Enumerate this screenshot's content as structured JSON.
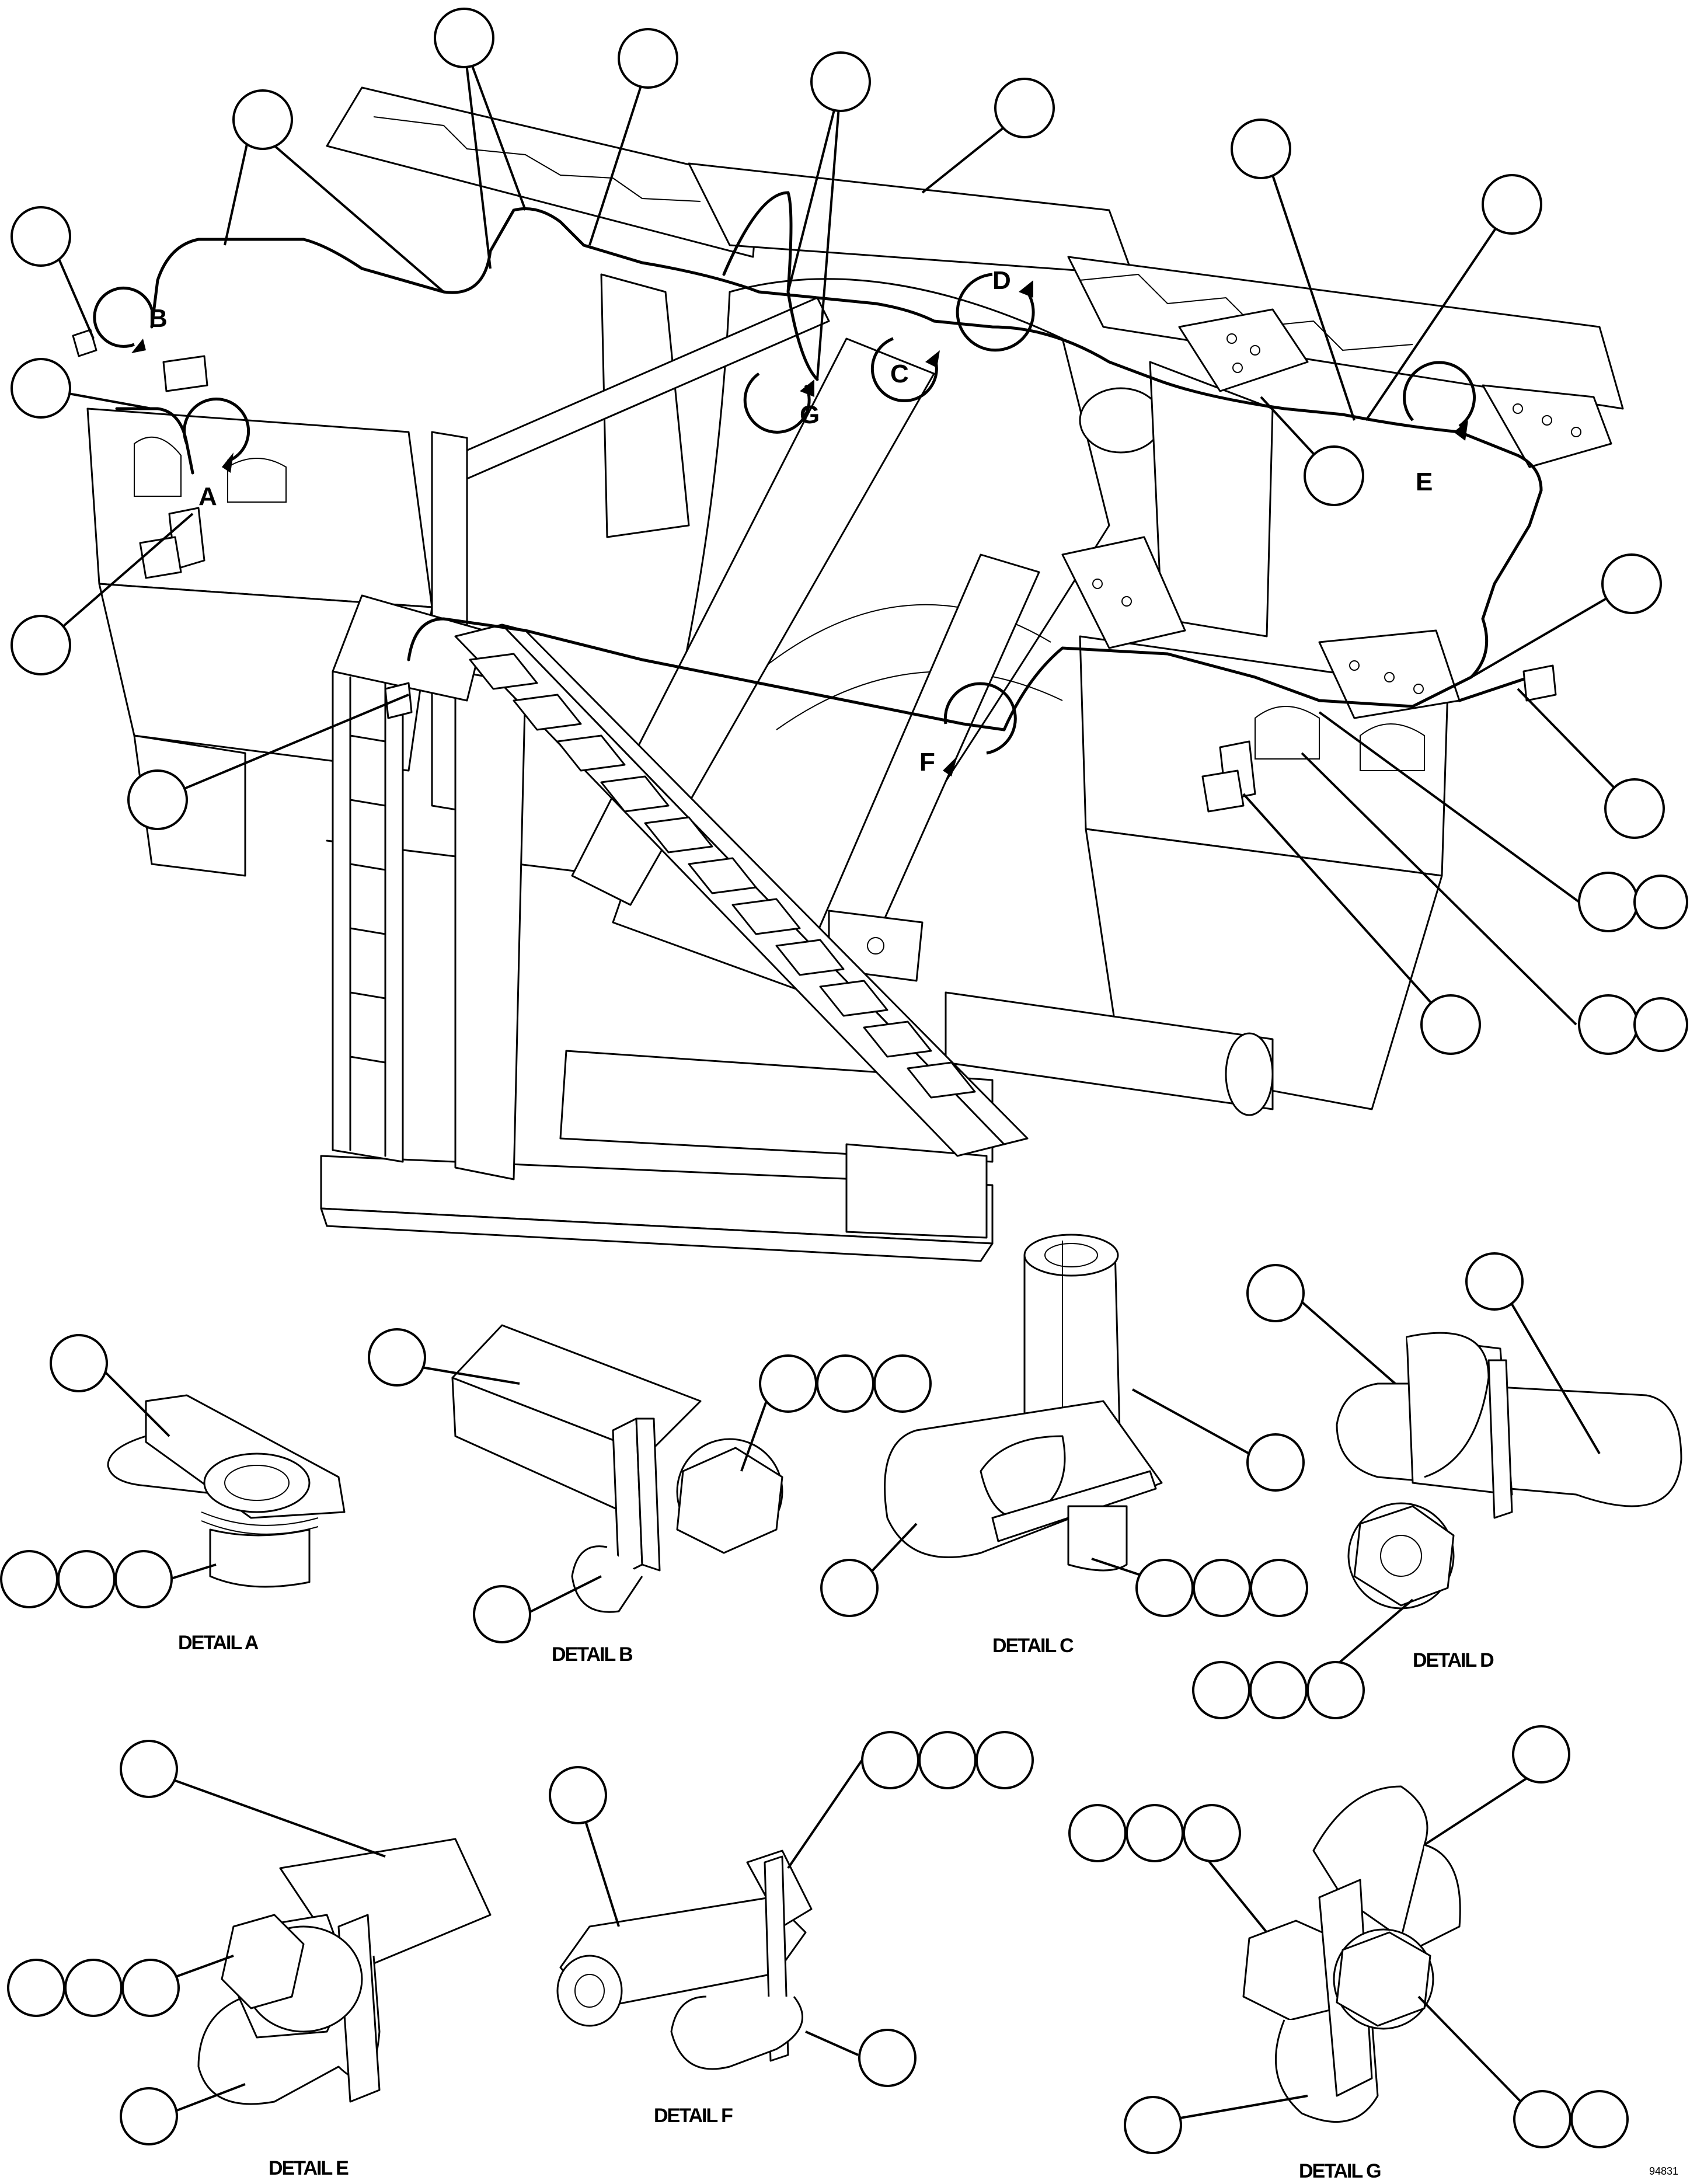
{
  "view_letters": [
    "A",
    "B",
    "C",
    "D",
    "E",
    "F",
    "G"
  ],
  "detail_captions": {
    "a": "DETAIL A",
    "b": "DETAIL B",
    "c": "DETAIL C",
    "d": "DETAIL D",
    "e": "DETAIL E",
    "f": "DETAIL F",
    "g": "DETAIL G"
  },
  "figure_number": "94831"
}
